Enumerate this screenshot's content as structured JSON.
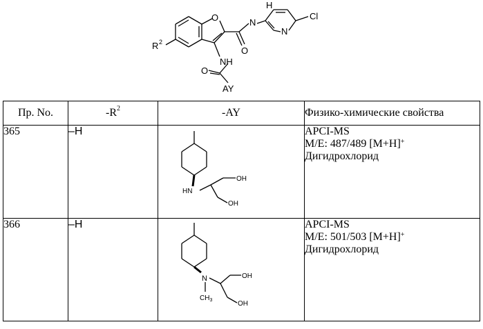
{
  "scaffold": {
    "labels": {
      "h": "H",
      "o_ring": "O",
      "nh_amide": "N",
      "n_pyr": "N",
      "cl": "Cl",
      "o_carbonyl": "O",
      "nh3": "NH",
      "o_acyl": "O",
      "ay": "AY",
      "r": "R",
      "r_sup": "2"
    }
  },
  "table": {
    "headers": {
      "no": "Пр. No.",
      "r2": "-R",
      "r2_sup": "2",
      "ay": "-AY",
      "props": "Физико-химические свойства"
    },
    "rows": [
      {
        "no": "365",
        "r2": "–H",
        "ay_labels": {
          "hn": "HN",
          "oh1": "OH",
          "oh2": "OH"
        },
        "props": {
          "method": "APCI-MS",
          "me_prefix": "M/E: 487/489 [M+H]",
          "me_sup": "+",
          "salt": "Дигидрохлорид"
        }
      },
      {
        "no": "366",
        "r2": "–H",
        "ay_labels": {
          "n": "N",
          "ch3": "CH",
          "ch3_sub": "3",
          "oh1": "OH",
          "oh2": "OH"
        },
        "props": {
          "method": "APCI-MS",
          "me_prefix": "M/E: 501/503 [M+H]",
          "me_sup": "+",
          "salt": "Дигидрохлорид"
        }
      }
    ]
  }
}
